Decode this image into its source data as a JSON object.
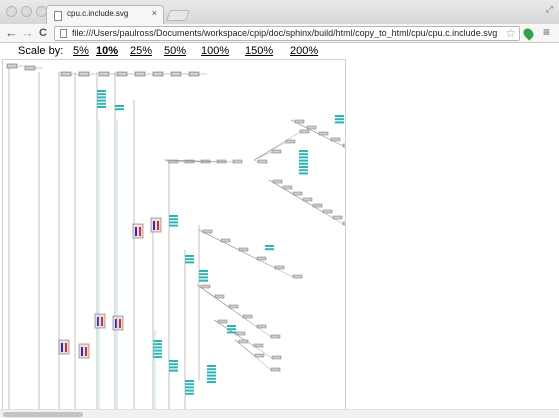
{
  "window": {
    "tab_title": "cpu.c.include.svg",
    "tab_close": "×",
    "fullscreen_glyph": "⤢",
    "colors": {
      "titlebar": "#dcdcdc",
      "toolbar": "#f6f6f6"
    }
  },
  "toolbar": {
    "back_glyph": "←",
    "forward_glyph": "→",
    "reload_glyph": "C",
    "url": "file:///Users/paulross/Documents/workspace/cpip/doc/sphinx/build/html/copy_to_html/cpu/cpu.c.include.svg",
    "star_glyph": "☆",
    "menu_glyph": "≡",
    "extension_icon": "green-drop-icon"
  },
  "scale": {
    "label": "Scale by:",
    "options": [
      "5%",
      "10%",
      "25%",
      "50%",
      "100%",
      "150%",
      "200%"
    ],
    "active": "10%"
  },
  "graph": {
    "colors": {
      "edge": "#9a9a9a",
      "edge_teal": "#7fd6d6",
      "node_fill": "#cfcfcf",
      "node_stroke": "#555555",
      "leaf": "#2bb5b5",
      "red": "#d03030",
      "blue": "#2a2ad0"
    }
  }
}
